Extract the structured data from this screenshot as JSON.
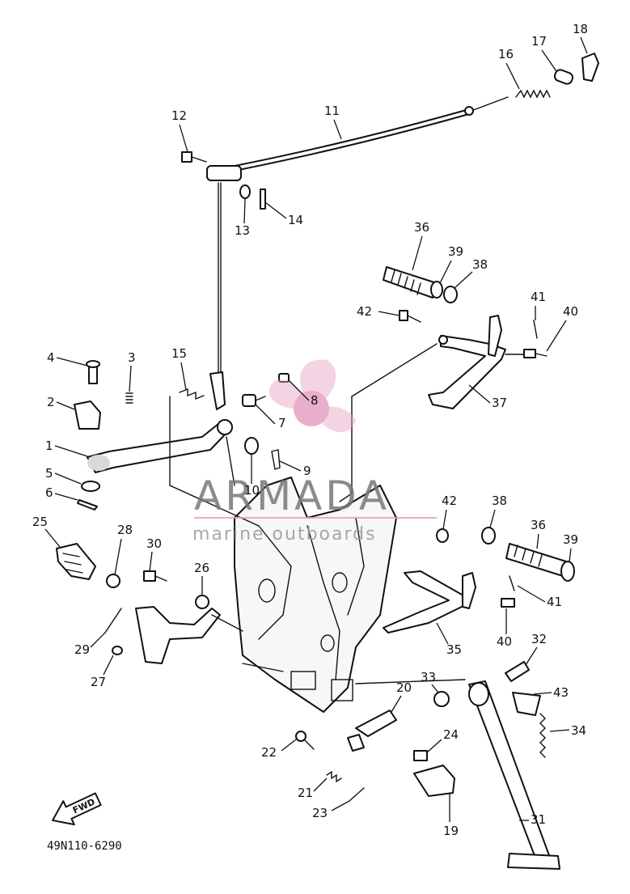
{
  "diagram_code": "49N110-6290",
  "fwd_label": "FWD",
  "watermark": {
    "brand": "ARMADA",
    "tagline": "marine outboards",
    "brand_color": "#777777",
    "accent_color": "#e6a0c4"
  },
  "callouts": [
    "1",
    "2",
    "3",
    "4",
    "5",
    "6",
    "7",
    "8",
    "9",
    "10",
    "11",
    "12",
    "13",
    "14",
    "15",
    "16",
    "17",
    "18",
    "19",
    "20",
    "21",
    "22",
    "23",
    "24",
    "25",
    "26",
    "27",
    "28",
    "29",
    "30",
    "31",
    "32",
    "33",
    "34",
    "35",
    "36",
    "37",
    "38",
    "39",
    "40",
    "41",
    "42",
    "43"
  ],
  "callouts_lower": [
    "42",
    "38",
    "36",
    "39",
    "41",
    "40",
    "35",
    "32",
    "43",
    "34",
    "33",
    "20",
    "24",
    "22",
    "21",
    "23",
    "19",
    "31"
  ]
}
